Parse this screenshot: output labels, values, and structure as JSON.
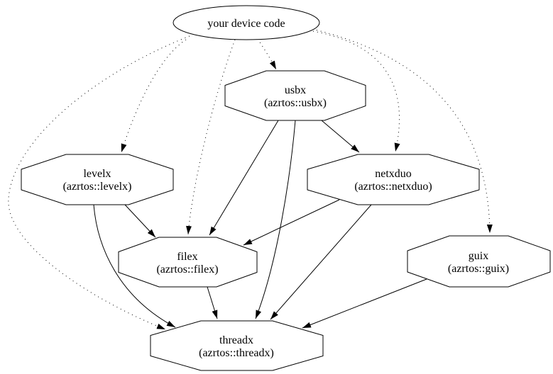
{
  "diagram": {
    "kind": "dependency-graph",
    "colors": {
      "stroke": "#000000",
      "background": "#ffffff",
      "text": "#000000"
    },
    "nodes": {
      "device": {
        "shape": "ellipse",
        "label": "your device code"
      },
      "usbx": {
        "shape": "octagon",
        "name": "usbx",
        "package": "(azrtos::usbx)"
      },
      "levelx": {
        "shape": "octagon",
        "name": "levelx",
        "package": "(azrtos::levelx)"
      },
      "netxduo": {
        "shape": "octagon",
        "name": "netxduo",
        "package": "(azrtos::netxduo)"
      },
      "filex": {
        "shape": "octagon",
        "name": "filex",
        "package": "(azrtos::filex)"
      },
      "guix": {
        "shape": "octagon",
        "name": "guix",
        "package": "(azrtos::guix)"
      },
      "threadx": {
        "shape": "octagon",
        "name": "threadx",
        "package": "(azrtos::threadx)"
      }
    },
    "edges": [
      {
        "from": "device",
        "to": "usbx",
        "style": "dotted"
      },
      {
        "from": "device",
        "to": "levelx",
        "style": "dotted"
      },
      {
        "from": "device",
        "to": "netxduo",
        "style": "dotted"
      },
      {
        "from": "device",
        "to": "filex",
        "style": "dotted"
      },
      {
        "from": "device",
        "to": "guix",
        "style": "dotted"
      },
      {
        "from": "device",
        "to": "threadx",
        "style": "dotted"
      },
      {
        "from": "usbx",
        "to": "netxduo",
        "style": "solid"
      },
      {
        "from": "usbx",
        "to": "filex",
        "style": "solid"
      },
      {
        "from": "usbx",
        "to": "threadx",
        "style": "solid"
      },
      {
        "from": "levelx",
        "to": "filex",
        "style": "solid"
      },
      {
        "from": "levelx",
        "to": "threadx",
        "style": "solid"
      },
      {
        "from": "netxduo",
        "to": "filex",
        "style": "solid"
      },
      {
        "from": "netxduo",
        "to": "threadx",
        "style": "solid"
      },
      {
        "from": "filex",
        "to": "threadx",
        "style": "solid"
      },
      {
        "from": "guix",
        "to": "threadx",
        "style": "solid"
      }
    ]
  }
}
